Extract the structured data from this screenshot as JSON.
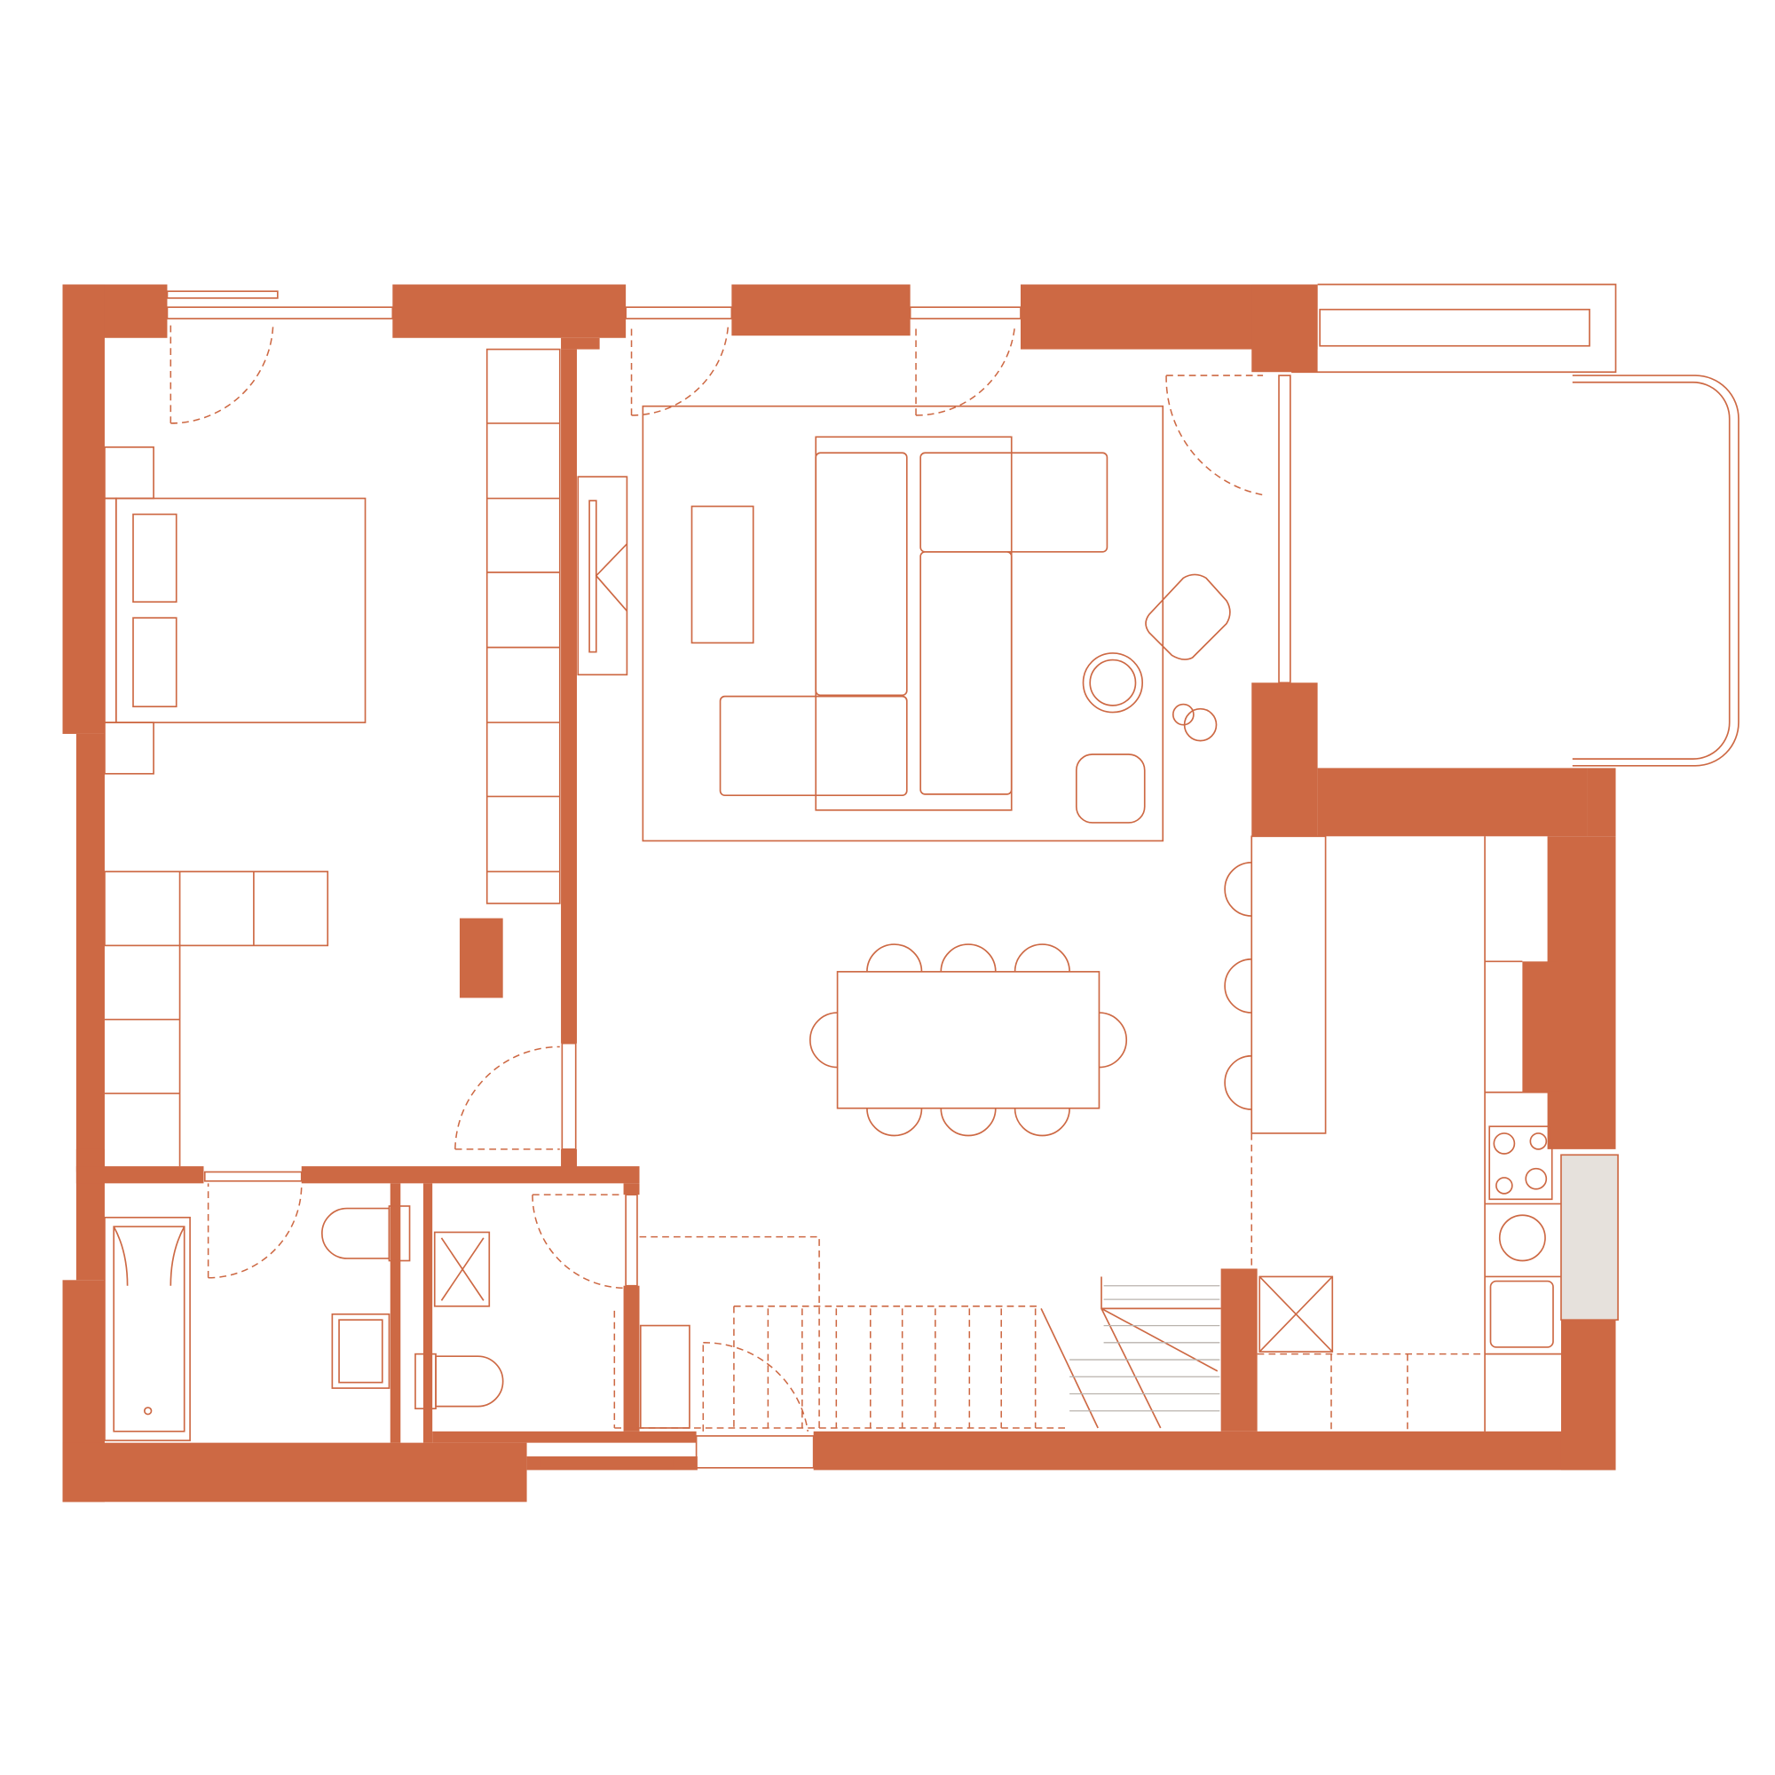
{
  "colors": {
    "wall": "#CD6944",
    "line": "#CD6944",
    "background": "#FFFFFF",
    "glazing_fill": "#E6E1DC"
  },
  "rooms": [
    "bedroom",
    "bathroom",
    "wc",
    "living-room",
    "dining-area",
    "kitchen",
    "staircase",
    "terrace"
  ]
}
